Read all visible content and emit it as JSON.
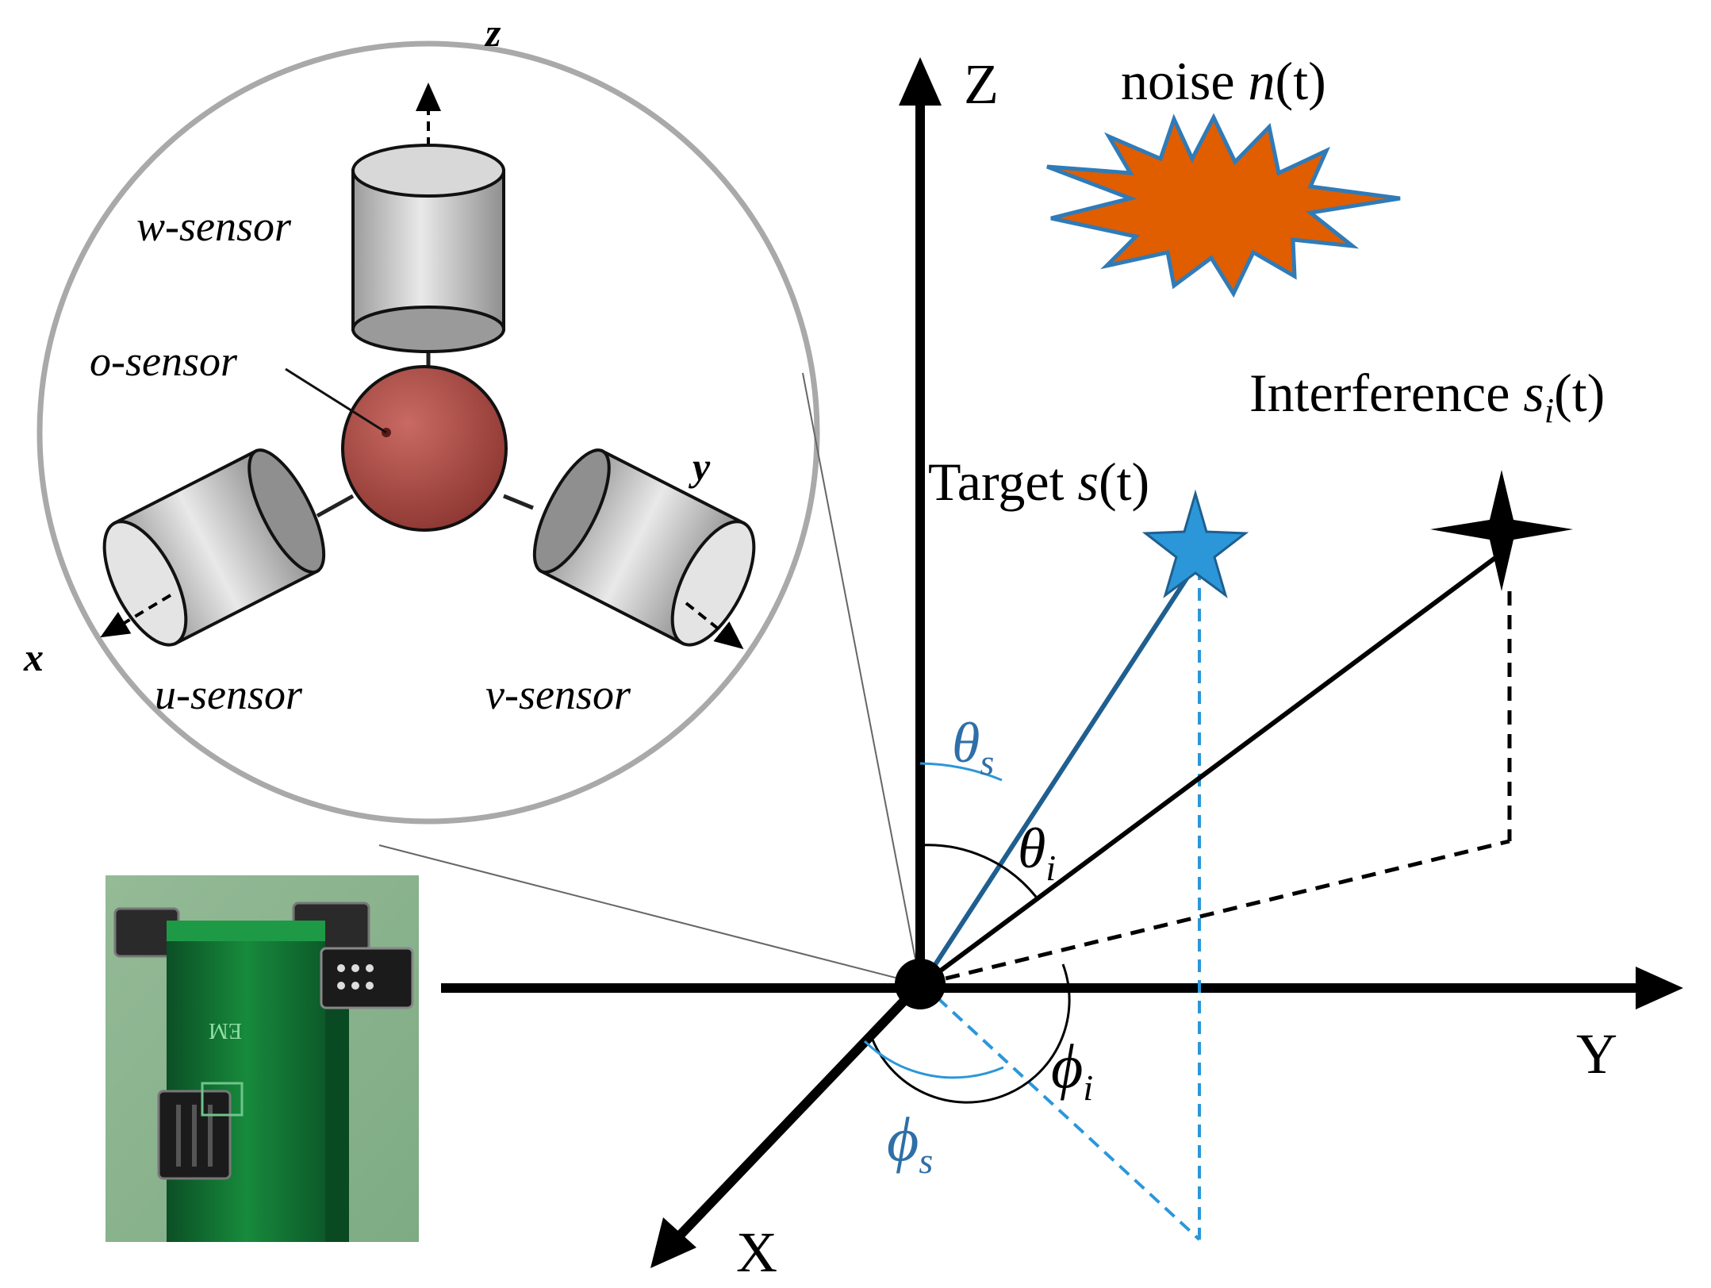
{
  "axes": {
    "z_label": "Z",
    "y_label": "Y",
    "x_label": "X"
  },
  "noise": {
    "label_prefix": "noise ",
    "label_var": "n",
    "label_arg": "(t)",
    "color": "#e05d00",
    "outline_color": "#2f7bb8"
  },
  "target": {
    "label_prefix": "Target ",
    "label_var": "s",
    "label_arg": "(t)",
    "color": "#2b97d9"
  },
  "interference": {
    "label_prefix": "Interference ",
    "label_var": "s",
    "label_sub": "i",
    "label_arg": "(t)"
  },
  "angles": {
    "theta_s": {
      "sym": "θ",
      "sub": "s"
    },
    "theta_i": {
      "sym": "θ",
      "sub": "i"
    },
    "phi_i": {
      "sym": "ϕ",
      "sub": "i"
    },
    "phi_s": {
      "sym": "ϕ",
      "sub": "s"
    }
  },
  "sensor_inset": {
    "axis_z": "z",
    "axis_y": "y",
    "axis_x": "x",
    "w_sensor": "w-sensor",
    "o_sensor": "o-sensor",
    "u_sensor": "u-sensor",
    "v_sensor": "v-sensor",
    "o_color": "#b8504a"
  },
  "photo": {
    "board_marking": "EM"
  },
  "colors": {
    "target_line": "#1f5f8f",
    "target_dashed": "#2b97d9",
    "axis": "#000000"
  }
}
